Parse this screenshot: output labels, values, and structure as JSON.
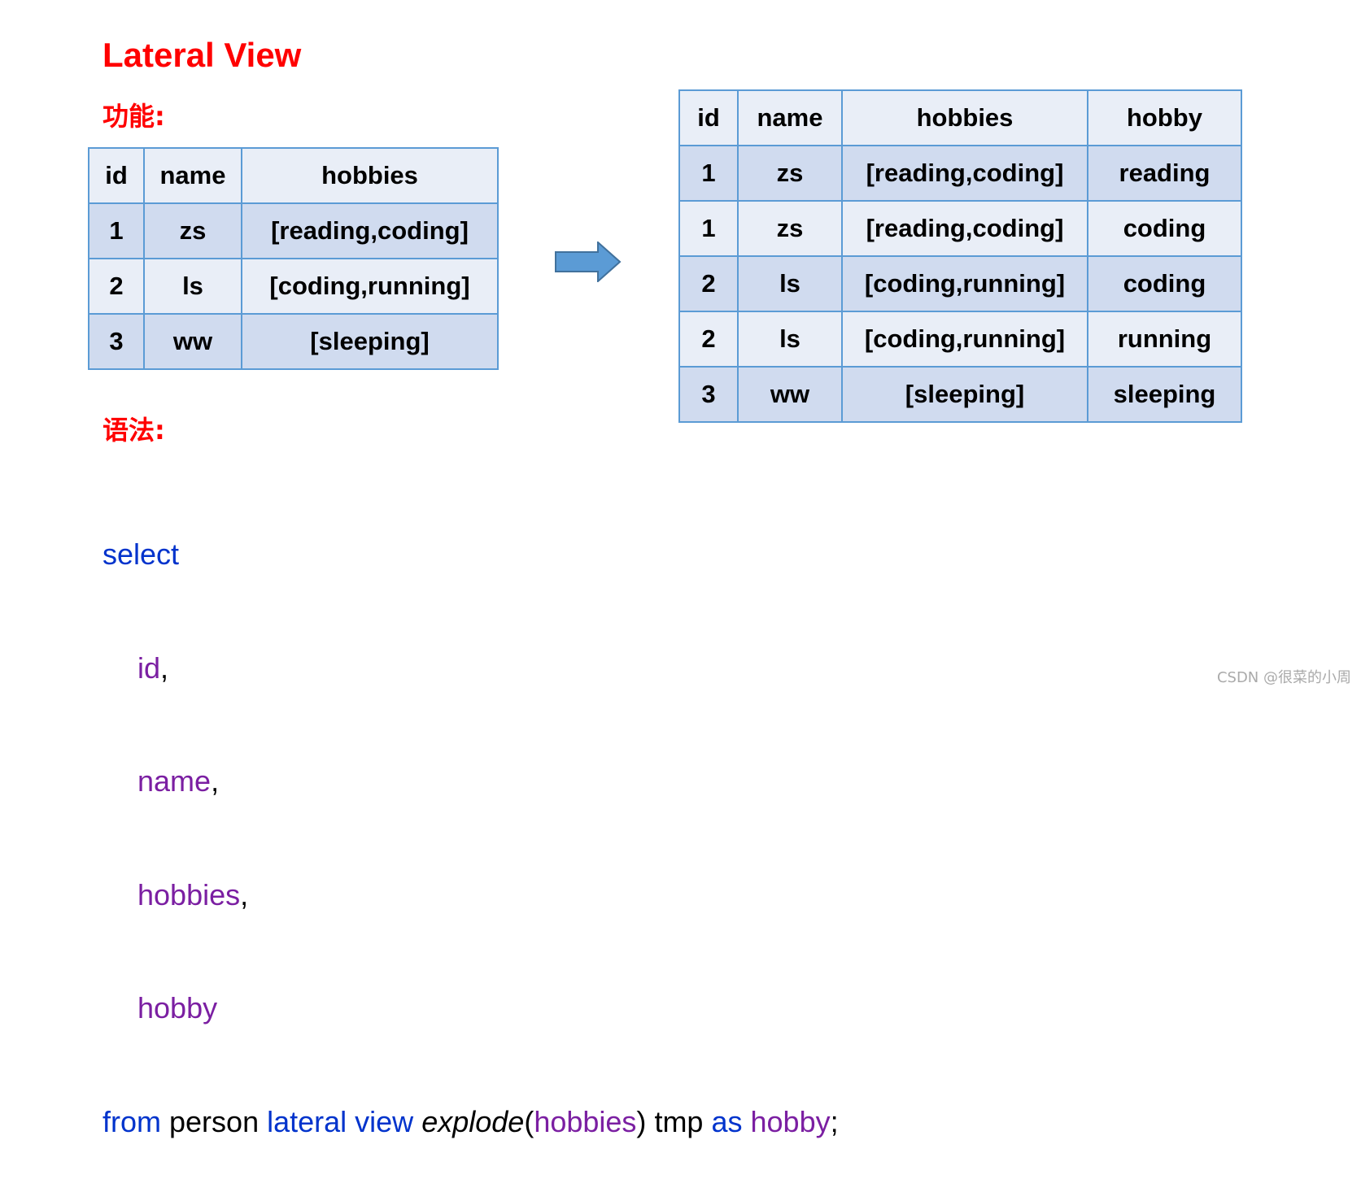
{
  "title": "Lateral View",
  "function_label": "功能:",
  "syntax_label": "语法:",
  "source_table": {
    "headers": [
      "id",
      "name",
      "hobbies"
    ],
    "rows": [
      [
        "1",
        "zs",
        "[reading,coding]"
      ],
      [
        "2",
        "ls",
        "[coding,running]"
      ],
      [
        "3",
        "ww",
        "[sleeping]"
      ]
    ]
  },
  "result_table": {
    "headers": [
      "id",
      "name",
      "hobbies",
      "hobby"
    ],
    "rows": [
      [
        "1",
        "zs",
        "[reading,coding]",
        "reading"
      ],
      [
        "1",
        "zs",
        "[reading,coding]",
        "coding"
      ],
      [
        "2",
        "ls",
        "[coding,running]",
        "coding"
      ],
      [
        "2",
        "ls",
        "[coding,running]",
        "running"
      ],
      [
        "3",
        "ww",
        "[sleeping]",
        "sleeping"
      ]
    ]
  },
  "code": {
    "select": "select",
    "col_id": "id",
    "col_name": "name",
    "col_hobbies": "hobbies",
    "col_hobby": "hobby",
    "comma": ",",
    "from": "from",
    "table": "person",
    "lateral_view": "lateral view",
    "explode": "explode",
    "open_paren": "(",
    "explode_arg": "hobbies",
    "close_paren": ")",
    "alias": "tmp",
    "as": "as",
    "as_col": "hobby",
    "semicolon": ";"
  },
  "watermark": "CSDN @很菜的小周",
  "colors": {
    "title": "#ff0000",
    "keyword": "#0033cc",
    "column": "#7b1fa2",
    "table_border": "#5b9bd5",
    "row_light": "#e9eef7",
    "row_dark": "#d0dbef",
    "arrow": "#5b9bd5"
  },
  "icons": {
    "arrow": "right-arrow-icon"
  }
}
